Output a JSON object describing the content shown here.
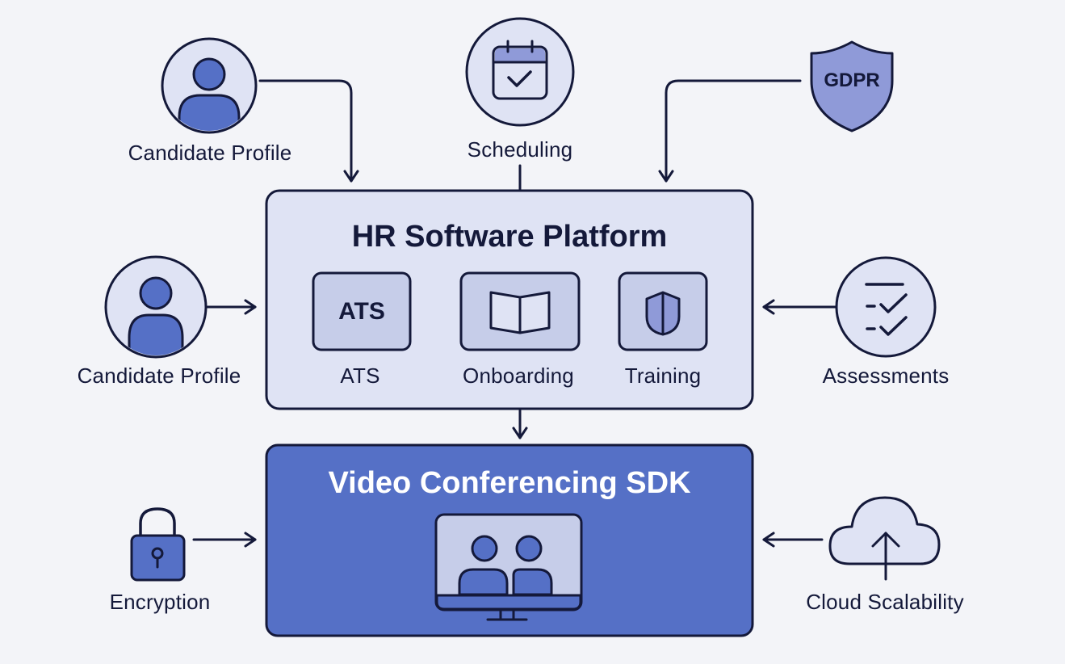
{
  "colors": {
    "background": "#f3f4f8",
    "stroke": "#14193a",
    "light_fill": "#dfe3f4",
    "inner_fill": "#c6cde9",
    "accent": "#5570c6",
    "accent_light": "#8f9ad8",
    "white": "#ffffff"
  },
  "platform": {
    "title": "HR Software Platform",
    "modules": [
      {
        "name": "ATS",
        "icon": "ats-text-icon",
        "icon_text": "ATS"
      },
      {
        "name": "Onboarding",
        "icon": "open-book-icon"
      },
      {
        "name": "Training",
        "icon": "shield-icon"
      }
    ]
  },
  "sdk": {
    "title": "Video Conferencing SDK",
    "icon": "video-call-monitor-icon"
  },
  "inputs": [
    {
      "id": "candidate-profile-top",
      "label": "Candidate Profile",
      "icon": "user-avatar-icon",
      "target": "platform"
    },
    {
      "id": "scheduling",
      "label": "Scheduling",
      "icon": "calendar-check-icon",
      "target": "platform"
    },
    {
      "id": "gdpr",
      "label": "GDPR",
      "icon": "gdpr-shield-icon",
      "target": "platform"
    },
    {
      "id": "candidate-profile-left",
      "label": "Candidate Profile",
      "icon": "user-avatar-icon",
      "target": "platform"
    },
    {
      "id": "assessments",
      "label": "Assessments",
      "icon": "checklist-icon",
      "target": "platform"
    },
    {
      "id": "encryption",
      "label": "Encryption",
      "icon": "padlock-icon",
      "target": "sdk"
    },
    {
      "id": "cloud-scalability",
      "label": "Cloud Scalability",
      "icon": "cloud-upload-icon",
      "target": "sdk"
    }
  ],
  "connections": [
    {
      "from": "candidate-profile-top",
      "to": "platform"
    },
    {
      "from": "scheduling",
      "to": "platform"
    },
    {
      "from": "gdpr",
      "to": "platform"
    },
    {
      "from": "candidate-profile-left",
      "to": "platform"
    },
    {
      "from": "assessments",
      "to": "platform"
    },
    {
      "from": "platform",
      "to": "sdk"
    },
    {
      "from": "encryption",
      "to": "sdk"
    },
    {
      "from": "cloud-scalability",
      "to": "sdk"
    }
  ]
}
